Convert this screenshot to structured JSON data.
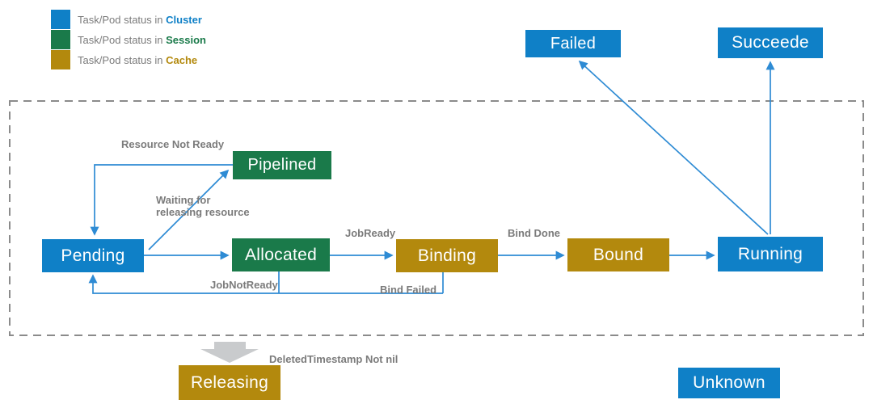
{
  "colors": {
    "cluster_blue": "#0f80c7",
    "session_green": "#1a7a4a",
    "cache_gold": "#b3890d",
    "arrow_blue": "#2e8bd4",
    "label_gray": "#7b7b7b",
    "dashed_border_gray": "#8b8b8b",
    "block_arrow_gray": "#c9cbcd"
  },
  "legend": {
    "items": [
      {
        "prefix": "Task/Pod status in ",
        "keyword": "Cluster"
      },
      {
        "prefix": "Task/Pod status in ",
        "keyword": "Session"
      },
      {
        "prefix": "Task/Pod status in ",
        "keyword": "Cache"
      }
    ]
  },
  "nodes": {
    "failed": {
      "label": "Failed"
    },
    "succeeded": {
      "label": "Succeede"
    },
    "pipelined": {
      "label": "Pipelined"
    },
    "pending": {
      "label": "Pending"
    },
    "allocated": {
      "label": "Allocated"
    },
    "binding": {
      "label": "Binding"
    },
    "bound": {
      "label": "Bound"
    },
    "running": {
      "label": "Running"
    },
    "releasing": {
      "label": "Releasing"
    },
    "unknown": {
      "label": "Unknown"
    }
  },
  "edges": {
    "resource_not_ready": "Resource Not Ready",
    "waiting_for_releasing": "Waiting for\nreleasing resource",
    "job_ready": "JobReady",
    "bind_done": "Bind Done",
    "job_not_ready": "JobNotReady",
    "bind_failed": "Bind Failed",
    "deleted_timestamp": "DeletedTimestamp Not nil"
  }
}
